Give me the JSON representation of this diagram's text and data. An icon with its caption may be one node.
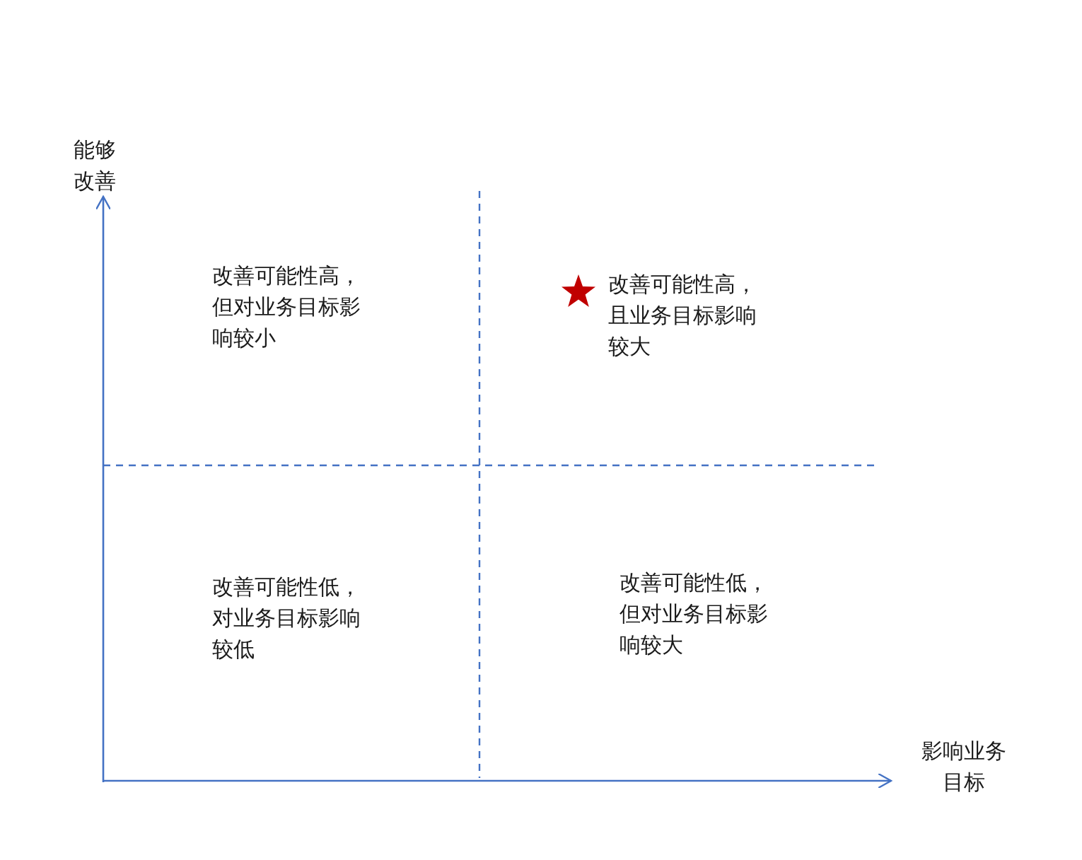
{
  "diagram": {
    "labels": [
      "能够改善",
      "改善可能性高，但对业务目标影响较小",
      "改善可能性高，且业务目标影响较大",
      "改善可能性低，对业务目标影响较低",
      "改善可能性低，但对业务目标影响较大",
      "影响业务目标"
    ]
  }
}
